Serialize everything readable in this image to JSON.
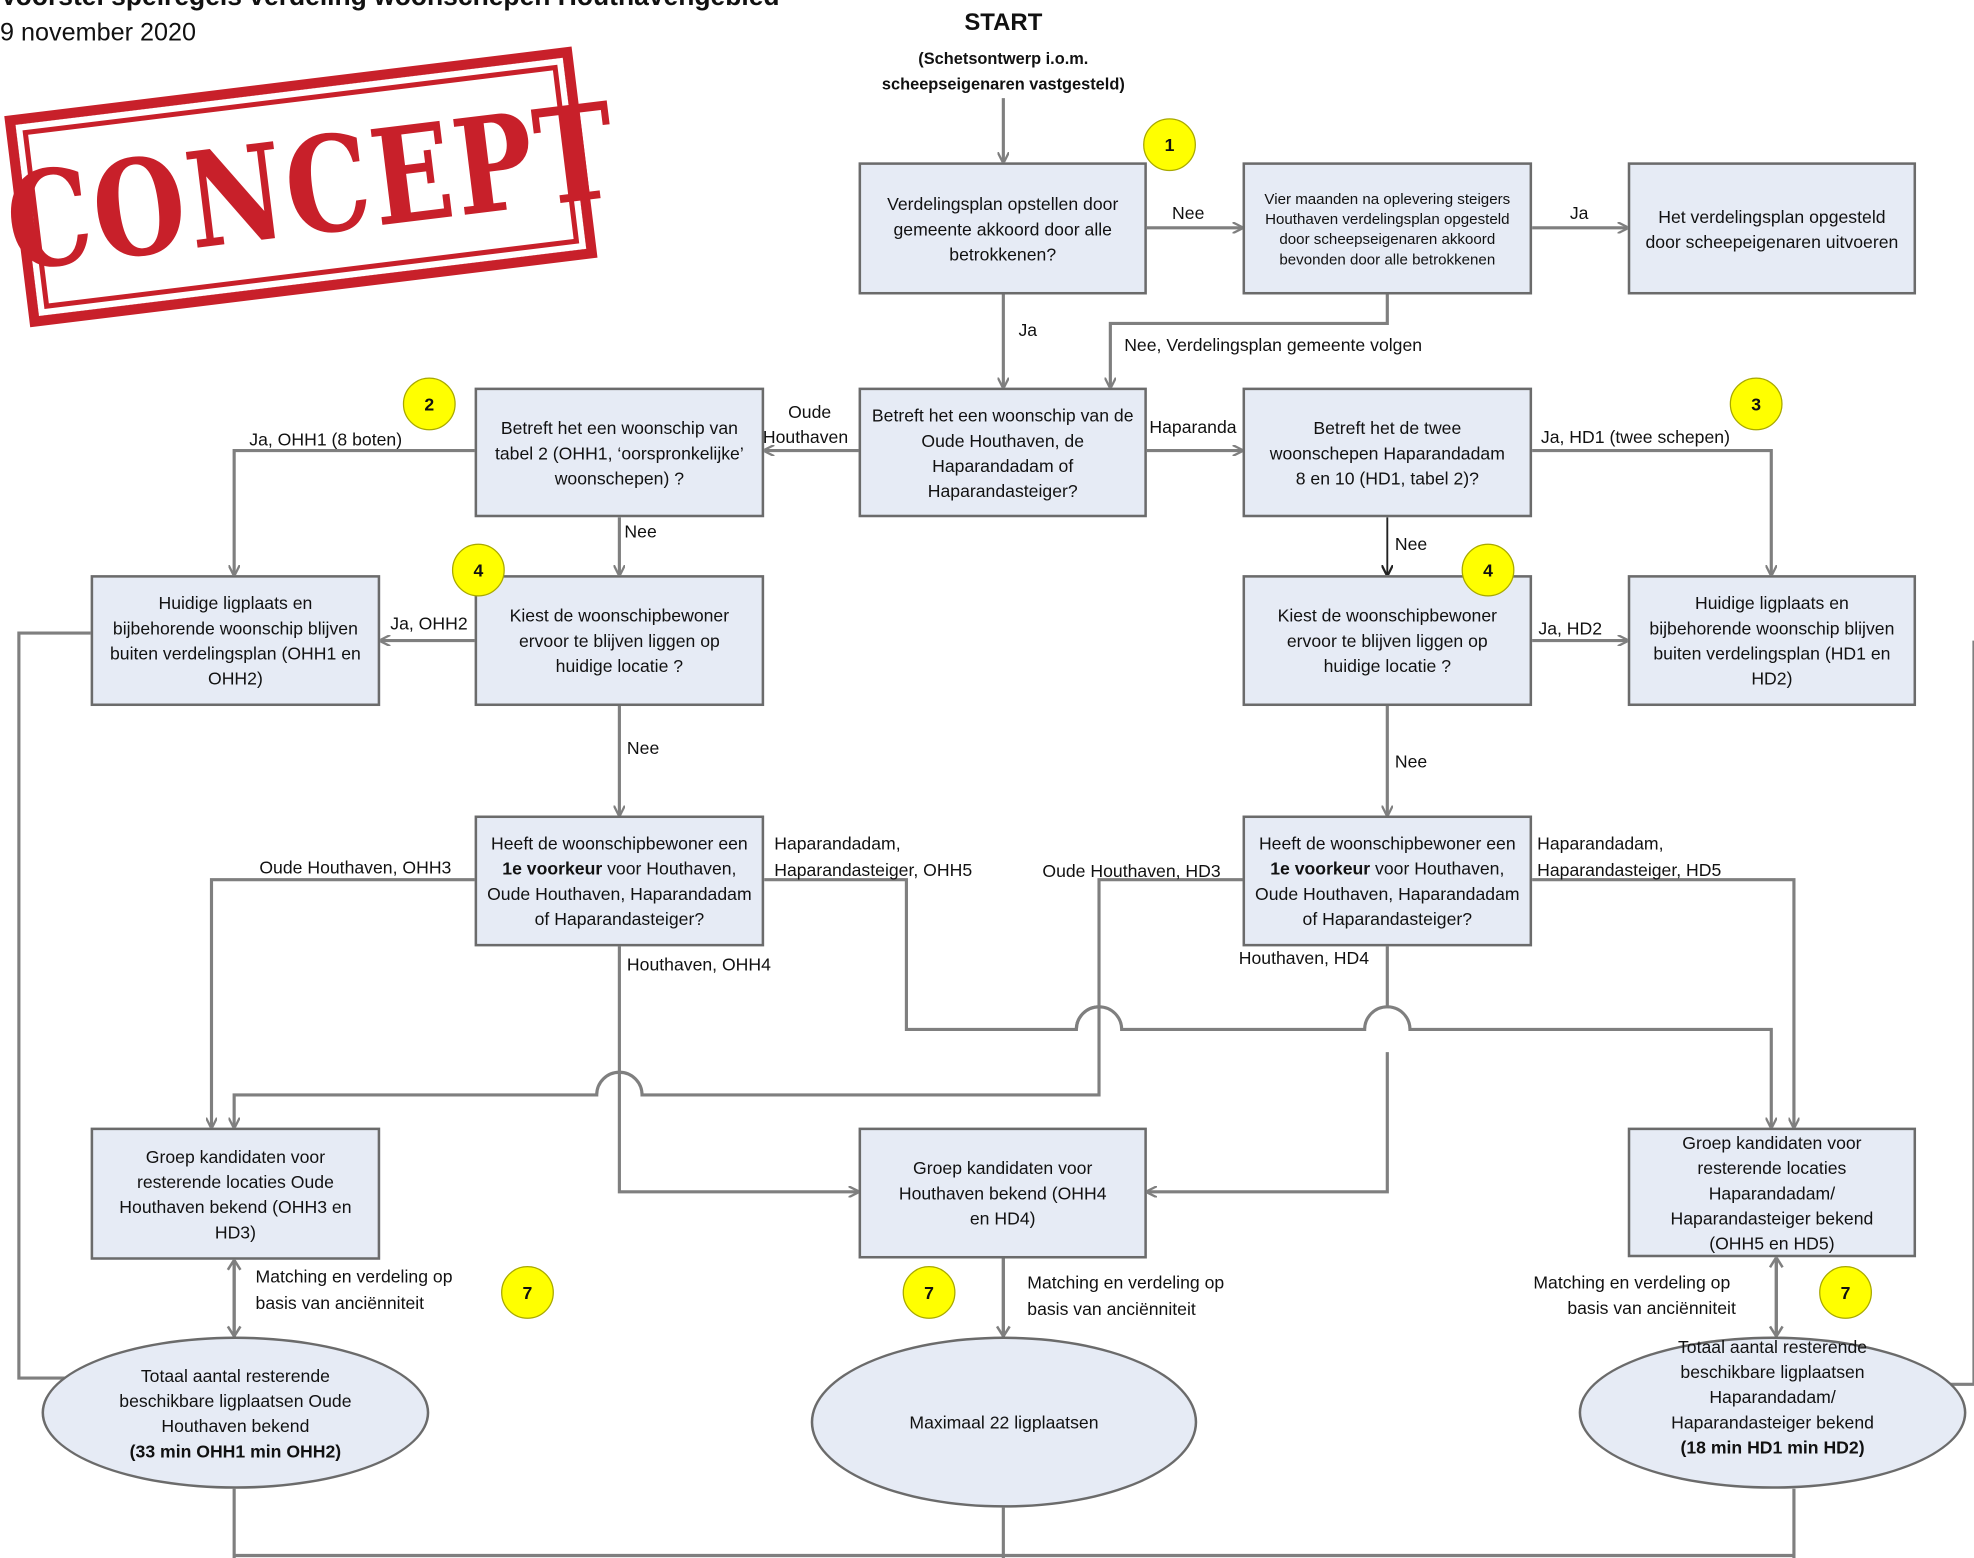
{
  "header": {
    "title": "Voorstel spelregels verdeling woonschepen Houthavengebied",
    "date": "9 november 2020"
  },
  "stamp": {
    "text": "CONCEPT",
    "color": "#c8202a"
  },
  "start": {
    "title": "START",
    "subtitle_line1": "(Schetsontwerp i.o.m.",
    "subtitle_line2": "scheepseigenaren vastgesteld)"
  },
  "colors": {
    "box_fill": "#e6ebf5",
    "box_border": "#6b6b6b",
    "badge": "#ffff00",
    "line": "#7f7f7f"
  },
  "boxes": {
    "verdelingsplan": "Verdelingsplan opstellen door gemeente akkoord door alle betrokkenen?",
    "vier_maanden": "Vier maanden na oplevering steigers Houthaven verdelingsplan opgesteld door scheepseigenaren akkoord bevonden door alle betrokkenen",
    "uitvoeren": "Het verdelingsplan opgesteld door scheepeigenaren uitvoeren",
    "betreft_woonschip": "Betreft het een woonschip van de Oude Houthaven, de Haparandadam of Haparandasteiger?",
    "betreft_tabel2": "Betreft het een woonschip van tabel 2 (OHH1, ‘oorspronkelijke’ woonschepen) ?",
    "betreft_twee": "Betreft het de twee woonschepen Haparandadam 8 en 10 (HD1, tabel 2)?",
    "huidige_left": "Huidige ligplaats en bijbehorende woonschip blijven buiten verdelingsplan (OHH1 en OHH2)",
    "kiest_left": "Kiest de woonschipbewoner ervoor te blijven liggen op huidige locatie ?",
    "kiest_right": "Kiest de woonschipbewoner ervoor te blijven liggen op huidige locatie ?",
    "huidige_right": "Huidige ligplaats en bijbehorende woonschip blijven buiten verdelingsplan (HD1 en HD2)",
    "voorkeur_pre": "Heeft de woonschipbewoner een ",
    "voorkeur_bold": "1e voorkeur",
    "voorkeur_post": " voor Houthaven, Oude Houthaven, Haparandadam of Haparandasteiger?",
    "groep_oude": "Groep kandidaten voor resterende locaties Oude Houthaven bekend (OHH3 en HD3)",
    "groep_houthaven": "Groep kandidaten voor Houthaven bekend (OHH4 en HD4)",
    "groep_hapa": "Groep kandidaten voor resterende locaties Haparandadam/ Haparandasteiger bekend (OHH5 en HD5)"
  },
  "ellipses": {
    "totaal_oude": "Totaal aantal resterende beschikbare ligplaatsen Oude Houthaven bekend",
    "totaal_oude_bold": "(33 min OHH1 min OHH2)",
    "maximaal": "Maximaal 22 ligplaatsen",
    "totaal_hapa": "Totaal aantal resterende beschikbare ligplaatsen Haparandadam/ Haparandasteiger bekend",
    "totaal_hapa_bold": "(18 min HD1 min HD2)"
  },
  "labels": {
    "nee_1": "Nee",
    "ja_1": "Ja",
    "ja_2": "Ja",
    "nee_verdelingsplan": "Nee, Verdelingsplan gemeente volgen",
    "oude": "Oude",
    "houthaven": "Houthaven",
    "haparanda": "Haparanda",
    "ja_ohh1": "Ja, OHH1 (8 boten)",
    "ja_hd1": "Ja, HD1 (twee schepen)",
    "nee_2": "Nee",
    "nee_3": "Nee",
    "ja_ohh2": "Ja, OHH2",
    "ja_hd2": "Ja, HD2",
    "nee_4": "Nee",
    "nee_5": "Nee",
    "oude_ohh3": "Oude Houthaven, OHH3",
    "hapa_ohh5_1": "Haparandadam,",
    "hapa_ohh5_2": "Haparandasteiger, OHH5",
    "houthaven_ohh4": "Houthaven, OHH4",
    "oude_hd3": "Oude Houthaven, HD3",
    "hapa_hd5_1": "Haparandadam,",
    "hapa_hd5_2": "Haparandasteiger, HD5",
    "houthaven_hd4": "Houthaven, HD4",
    "matching_1a": "Matching en verdeling op",
    "matching_1b": "basis van anciënniteit",
    "matching_2a": "Matching en verdeling op",
    "matching_2b": "basis van anciënniteit",
    "matching_3a": "Matching en verdeling op",
    "matching_3b": "basis van anciënniteit"
  },
  "badges": {
    "b1": "1",
    "b2": "2",
    "b3": "3",
    "b4a": "4",
    "b4b": "4",
    "b7a": "7",
    "b7b": "7",
    "b7c": "7"
  }
}
